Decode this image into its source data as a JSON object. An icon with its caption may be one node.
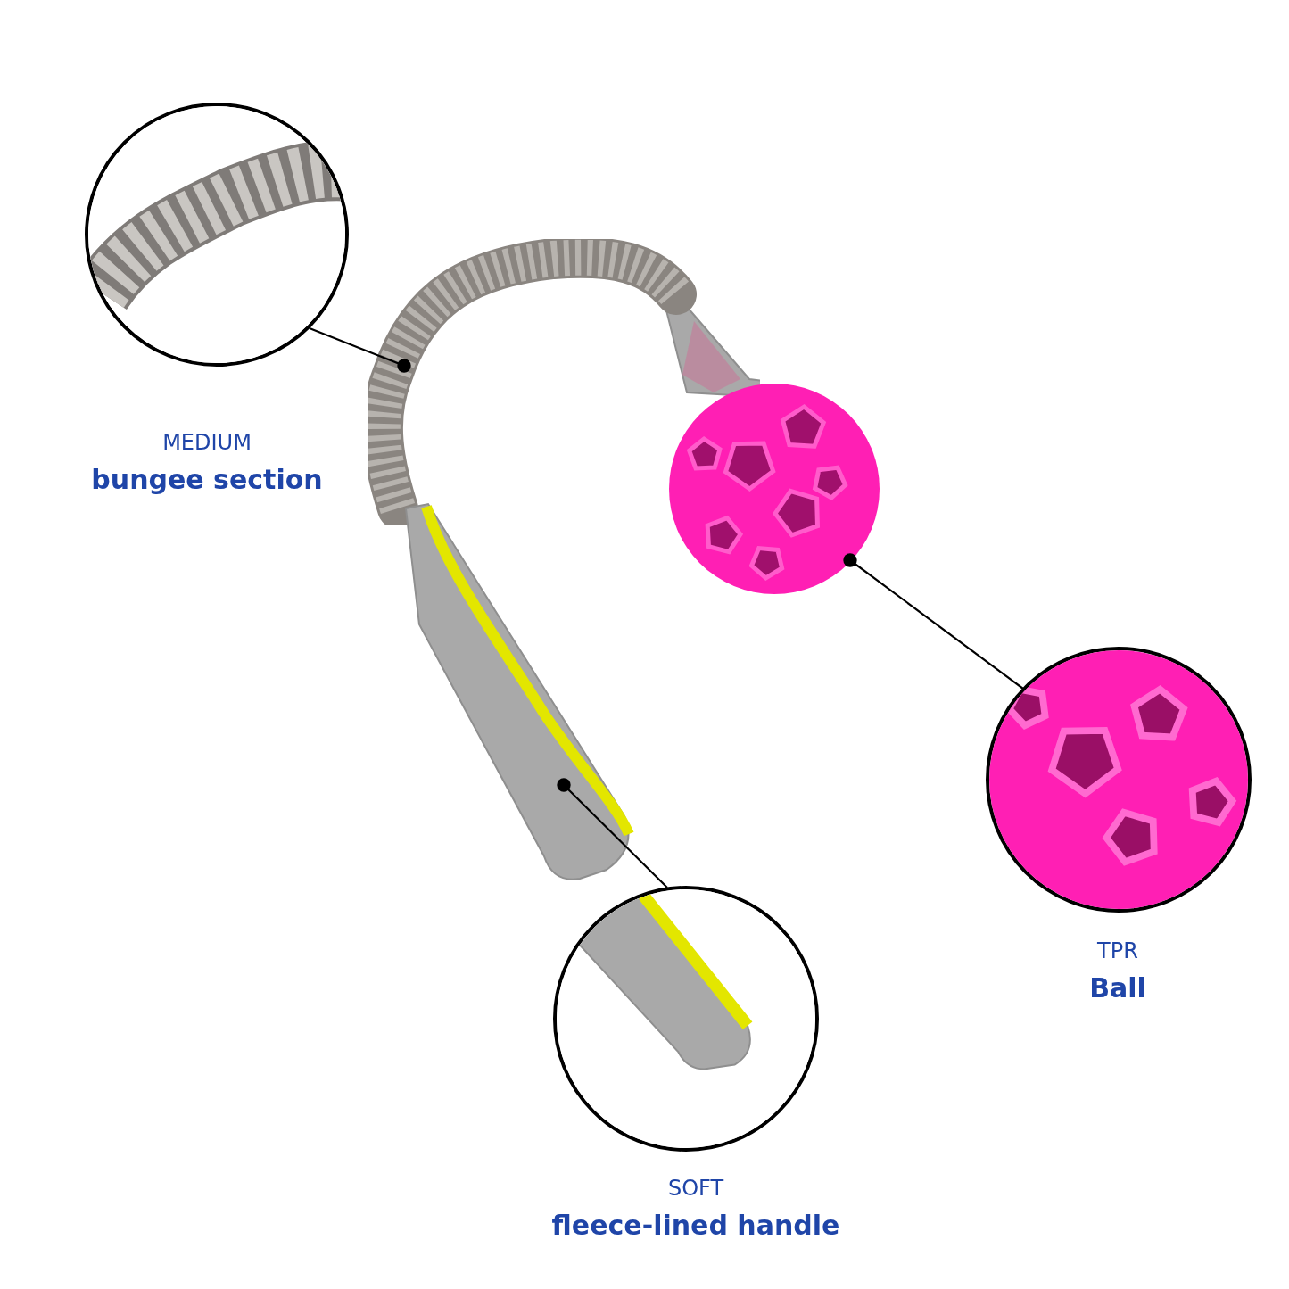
{
  "diagram": {
    "nodes": [
      {
        "text": [],
        "shape": "picture",
        "beside": [
          "MEDIUM",
          "bungee section"
        ]
      },
      {
        "text": [],
        "shape": "picture"
      },
      {
        "text": [],
        "shape": "picture"
      },
      {
        "text": [],
        "shape": "picture",
        "beside": [
          "TPR",
          "Ball"
        ]
      },
      {
        "text": [],
        "shape": "picture"
      },
      {
        "text": [],
        "shape": "picture",
        "beside": [
          "SOFT",
          "fleece-lined handle"
        ]
      }
    ],
    "edges": [
      {
        "from": 0,
        "to": 1,
        "arrow": "other"
      },
      {
        "from": 3,
        "to": 2,
        "arrow": "other"
      },
      {
        "from": 5,
        "to": 4,
        "arrow": "other"
      }
    ]
  }
}
